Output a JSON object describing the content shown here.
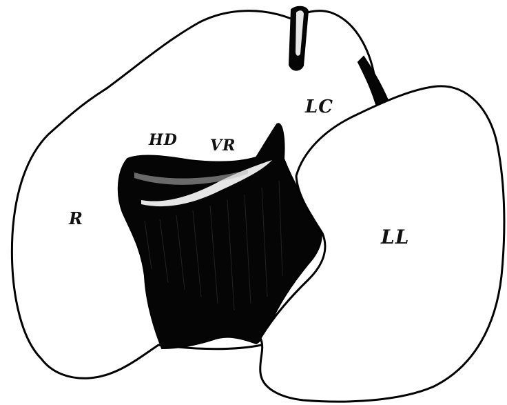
{
  "diagram": {
    "labels": {
      "lc": "LC",
      "hd": "HD",
      "vr": "VR",
      "r": "R",
      "ll": "LL"
    },
    "colors": {
      "ink": "#000000",
      "paper": "#ffffff"
    }
  }
}
